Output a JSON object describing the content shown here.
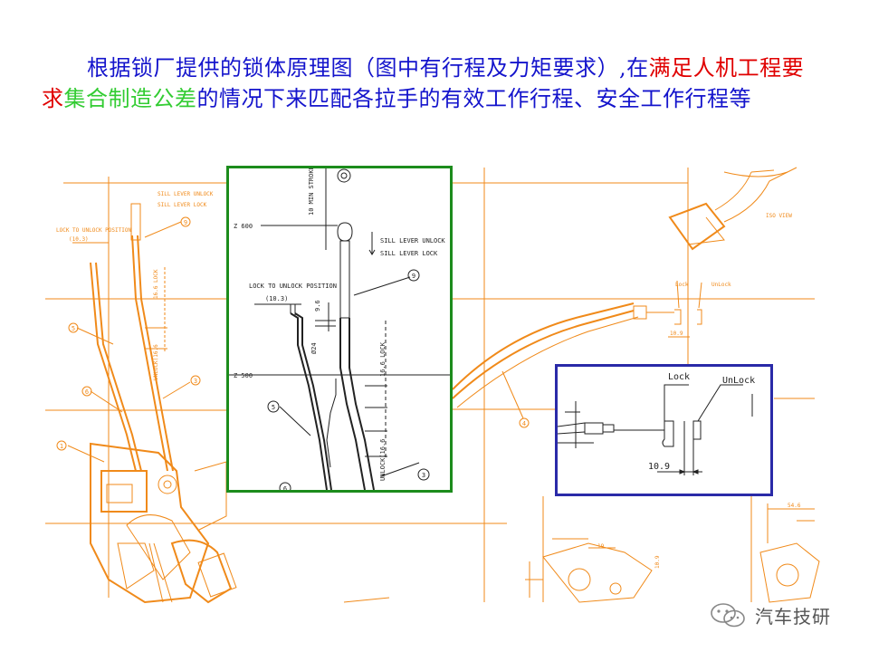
{
  "heading": {
    "part1": "根据锁厂提供的锁体原理图（图中有行程及力矩要求）,在",
    "part2": "满足人机工程要求",
    "part3": "集合制造公差",
    "part4": "的情况下来匹配各拉手的有效工作行程、安全工作行程等"
  },
  "colors": {
    "text": "#1414cc",
    "ergonomics": "#e00000",
    "tolerance": "#33cc33",
    "drawing": "#f08a1a",
    "main_inset_border": "#1c8c1c",
    "detail_inset_border": "#2a2aa8"
  },
  "main_inset": {
    "min_stroke": "10 MIN STROKE",
    "z600": "Z 600",
    "z500": "Z 500",
    "sill_unlock": "SILL LEVER UNLOCK",
    "sill_lock": "SILL LEVER LOCK",
    "position_label": "LOCK TO UNLOCK POSITION",
    "dim_10_3": "(10.3)",
    "dim_9_6": "9.6",
    "dim_24": "Ø24",
    "lock_16_6": "16.6 LOCK",
    "unlock_16_6": "UNLOCK(16.6",
    "callouts": [
      "9",
      "5",
      "3",
      "6"
    ]
  },
  "detail_inset": {
    "lock": "Lock",
    "unlock": "UnLock",
    "dim": "10.9"
  },
  "background": {
    "sill_unlock": "SILL LEVER UNLOCK",
    "sill_lock": "SILL LEVER LOCK",
    "position_label": "LOCK TO UNLOCK POSITION",
    "dim_10_3": "(10.3)",
    "lock_16_6": "16.6 LOCK",
    "unlock_16_6": "UNLOCK(16.6",
    "iso_view": "ISO VIEW",
    "lock": "Lock",
    "unlock": "UnLock",
    "dim_10_9": "10.9",
    "dim_10_9_bottom": "10.9",
    "dim_19": "19",
    "dim_54": "54.6",
    "callouts": [
      "9",
      "5",
      "6",
      "1",
      "3",
      "4"
    ]
  },
  "watermark": {
    "text": "汽车技研",
    "icon": "wechat-icon"
  }
}
